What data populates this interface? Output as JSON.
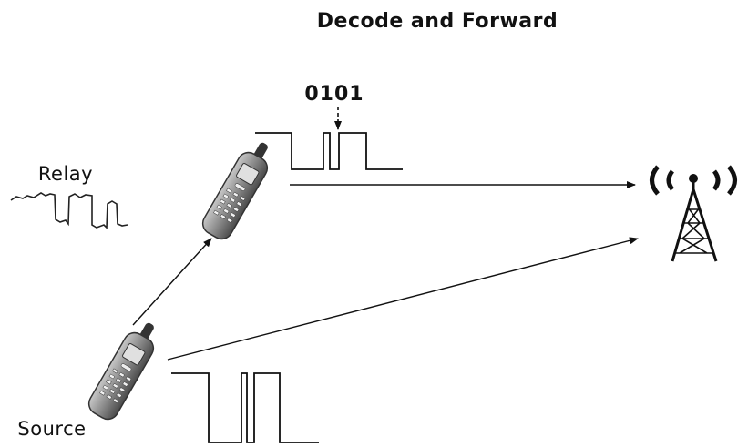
{
  "title": "Decode and Forward",
  "relay": {
    "label": "Relay"
  },
  "source": {
    "label": "Source"
  },
  "decoded_bits": "0101",
  "colors": {
    "stroke": "#111111",
    "phone_body": "#8a8a8a",
    "phone_screen": "#e0e0e0",
    "background": "#ffffff"
  },
  "icons": {
    "phone": "mobile-phone-icon",
    "tower": "cell-tower-icon"
  }
}
